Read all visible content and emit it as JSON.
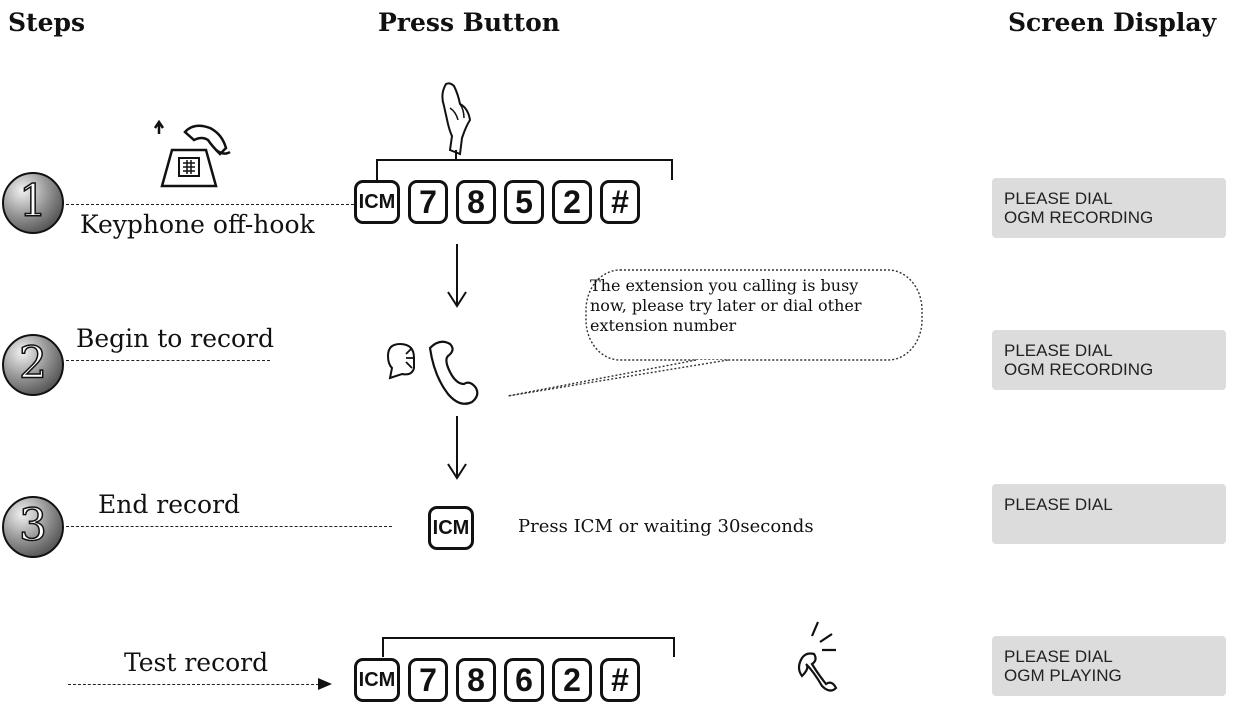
{
  "headers": {
    "steps": "Steps",
    "press_button": "Press Button",
    "screen_display": "Screen Display"
  },
  "steps": [
    {
      "number": "1",
      "label": "Keyphone off-hook",
      "keys": [
        "ICM",
        "7",
        "8",
        "5",
        "2",
        "#"
      ],
      "screen": [
        "PLEASE DIAL",
        "OGM RECORDING"
      ]
    },
    {
      "number": "2",
      "label": "Begin to record",
      "bubble": [
        "The extension you calling is busy",
        "now, please try later or dial other",
        "extension number"
      ],
      "screen": [
        "PLEASE DIAL",
        "OGM RECORDING"
      ]
    },
    {
      "number": "3",
      "label": "End record",
      "key": "ICM",
      "note": "Press ICM or waiting 30seconds",
      "screen": [
        "PLEASE DIAL"
      ]
    },
    {
      "label": "Test record",
      "keys": [
        "ICM",
        "7",
        "8",
        "6",
        "2",
        "#"
      ],
      "screen": [
        "PLEASE DIAL",
        "OGM PLAYING"
      ]
    }
  ],
  "icons": [
    "hand-press-icon",
    "phone-off-hook-icon",
    "speaking-into-handset-icon",
    "ringing-handset-icon",
    "down-arrow-icon"
  ]
}
